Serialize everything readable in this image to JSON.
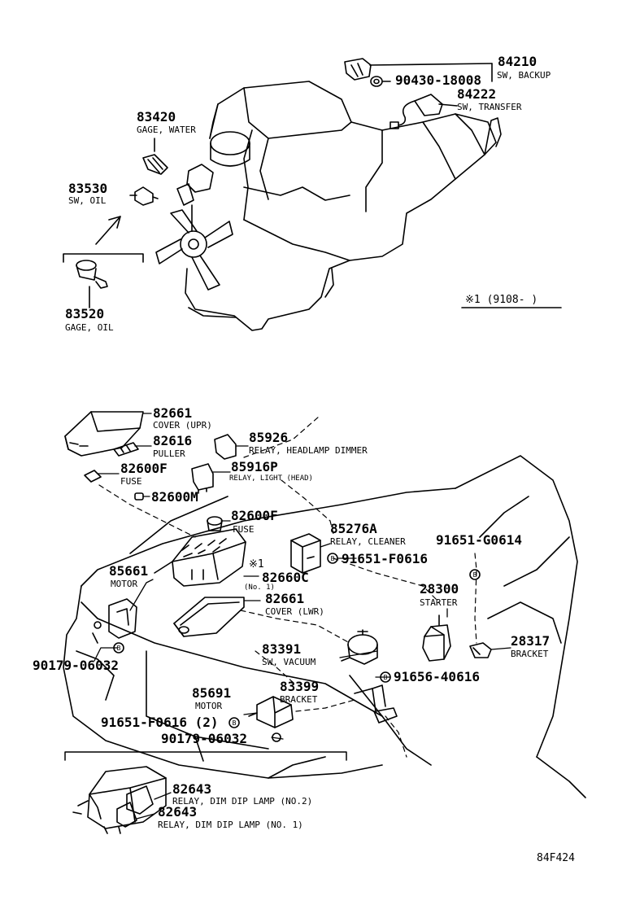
{
  "parts": {
    "p84210": {
      "number": "84210",
      "name": "SW, BACKUP"
    },
    "p90430": {
      "number": "90430-18008"
    },
    "p84222": {
      "number": "84222",
      "name": "SW, TRANSFER"
    },
    "p83420": {
      "number": "83420",
      "name": "GAGE, WATER"
    },
    "p83530": {
      "number": "83530",
      "name": "SW, OIL"
    },
    "p83520": {
      "number": "83520",
      "name": "GAGE, OIL"
    },
    "p82661u": {
      "number": "82661",
      "name": "COVER (UPR)"
    },
    "p82616": {
      "number": "82616",
      "name": "PULLER"
    },
    "p85926": {
      "number": "85926",
      "name": "RELAY, HEADLAMP DIMMER"
    },
    "p82600f1": {
      "number": "82600F",
      "name": "FUSE"
    },
    "p85916p": {
      "number": "85916P",
      "name": "RELAY, LIGHT (HEAD)"
    },
    "p82600m": {
      "number": "82600M"
    },
    "p82600f2": {
      "number": "82600F",
      "name": "FUSE"
    },
    "p85276a": {
      "number": "85276A",
      "name": "RELAY, CLEANER"
    },
    "p91651g": {
      "number": "91651-G0614"
    },
    "p85661": {
      "number": "85661",
      "name": "MOTOR"
    },
    "p91651f1": {
      "number": "91651-F0616"
    },
    "p82660c": {
      "number": "82660C",
      "name": "(No. 1)",
      "mark": "※1"
    },
    "p82661l": {
      "number": "82661",
      "name": "COVER (LWR)"
    },
    "p28300": {
      "number": "28300",
      "name": "STARTER"
    },
    "p90179a": {
      "number": "90179-06032"
    },
    "p83391": {
      "number": "83391",
      "name": "SW, VACUUM"
    },
    "p28317": {
      "number": "28317",
      "name": "BRACKET"
    },
    "p83399": {
      "number": "83399",
      "name": "BRACKET"
    },
    "p91656": {
      "number": "91656-40616"
    },
    "p85691": {
      "number": "85691",
      "name": "MOTOR"
    },
    "p91651f2": {
      "number": "91651-F0616 (2)"
    },
    "p90179b": {
      "number": "90179-06032"
    },
    "p82643a": {
      "number": "82643",
      "name": "RELAY, DIM DIP LAMP (NO.2)"
    },
    "p82643b": {
      "number": "82643",
      "name": "RELAY, DIM DIP LAMP (NO. 1)"
    }
  },
  "note": {
    "mark": "※1",
    "range": "(9108-      )"
  },
  "figure_code": "84F424"
}
